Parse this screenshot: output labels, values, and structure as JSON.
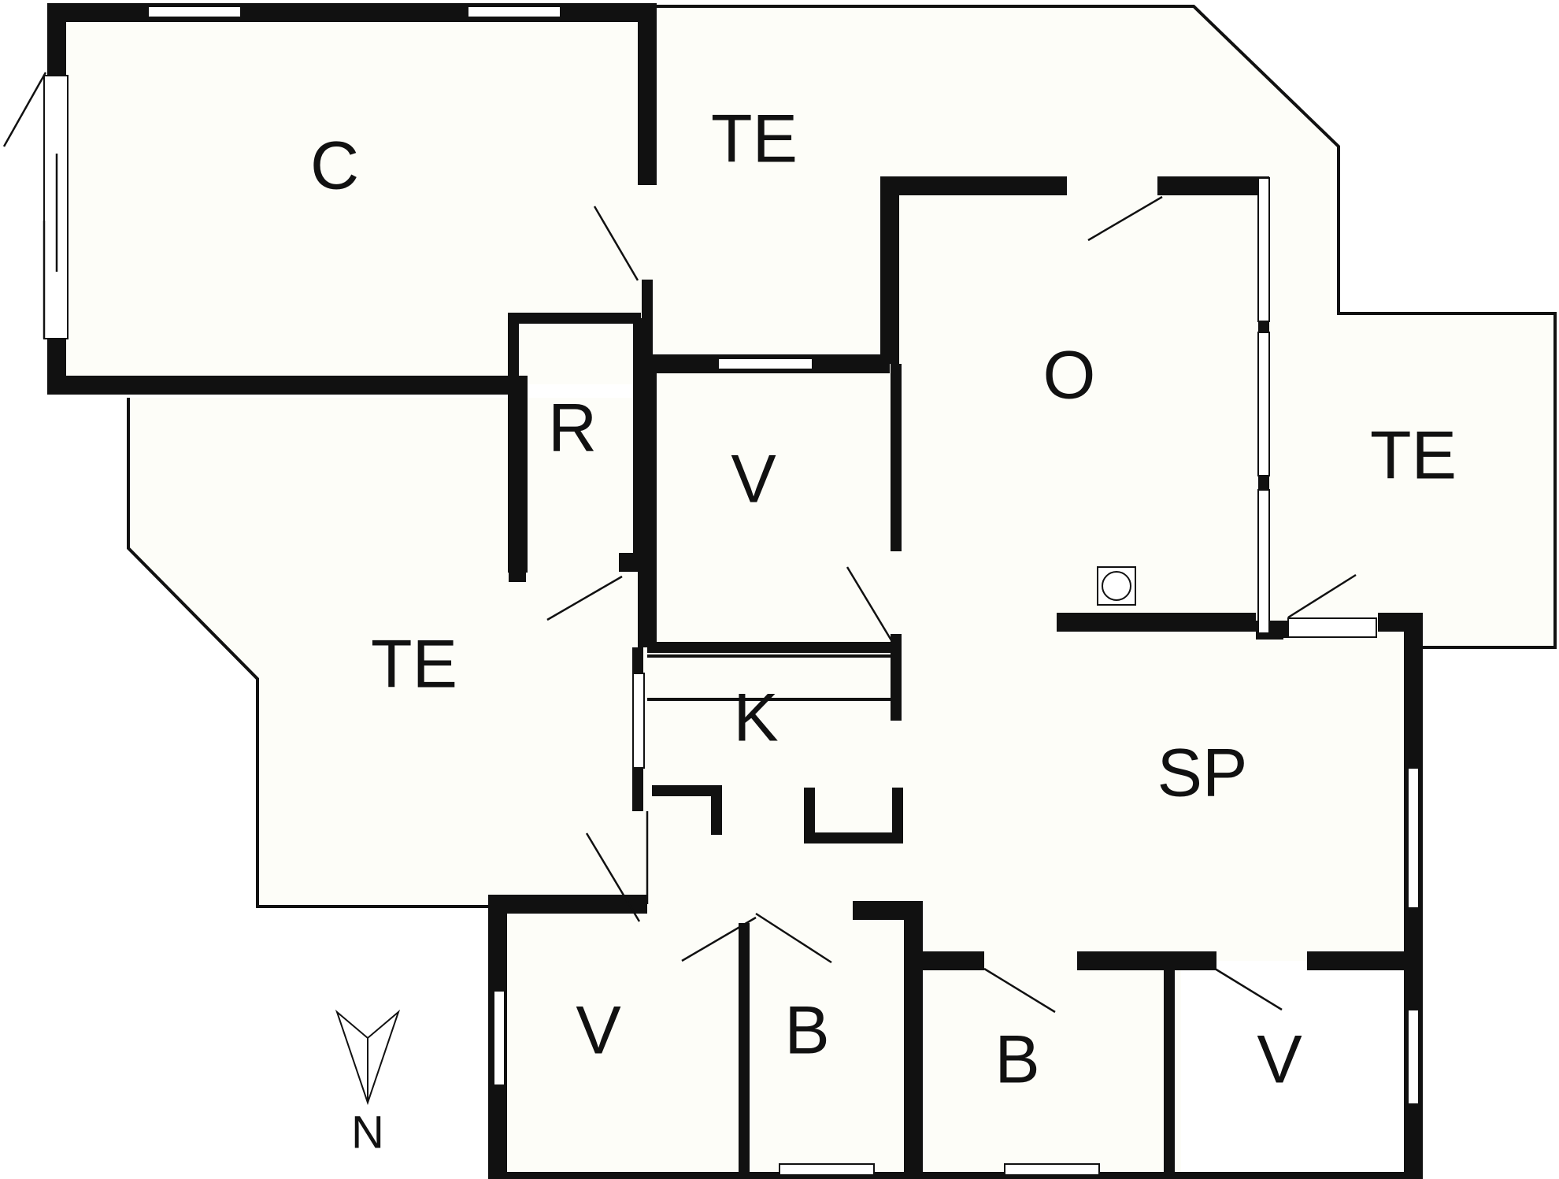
{
  "rooms": {
    "c": "C",
    "te_top": "TE",
    "te_right": "TE",
    "te_left": "TE",
    "r": "R",
    "v_center": "V",
    "o": "O",
    "k": "K",
    "sp": "SP",
    "v_bottom_left": "V",
    "b_bottom_1": "B",
    "b_bottom_2": "B",
    "v_bottom_right": "V"
  },
  "compass": {
    "label": "N",
    "icon": "north-arrow-icon"
  },
  "colors": {
    "wall": "#111111",
    "floor": "#fdfdf8"
  }
}
